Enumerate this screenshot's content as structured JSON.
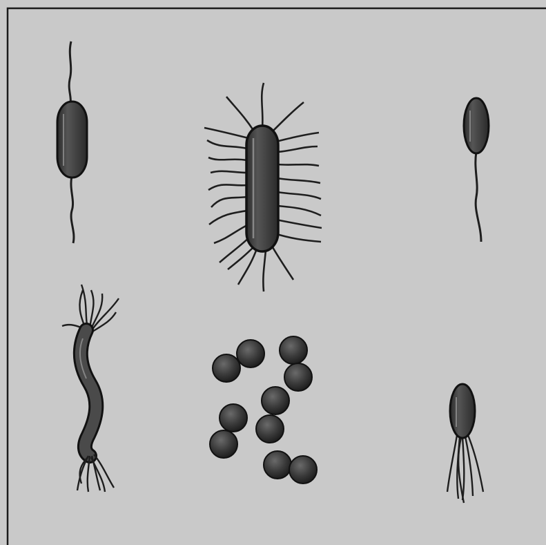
{
  "figure": {
    "colors": {
      "background": "#c9c9c9",
      "frame": "#1a1a1a",
      "cell_fill": "#4a4a4a",
      "cell_highlight": "#bdbdbd",
      "flagellum": "#1e1e1e"
    },
    "organisms": [
      {
        "name": "monotrichous-amphitrichous-bacterium"
      },
      {
        "name": "peritrichous-bacterium"
      },
      {
        "name": "monotrichous-bacterium"
      },
      {
        "name": "spirillum-with-flagella-tufts"
      },
      {
        "name": "cocci-cluster"
      },
      {
        "name": "lophotrichous-bacterium"
      }
    ]
  }
}
